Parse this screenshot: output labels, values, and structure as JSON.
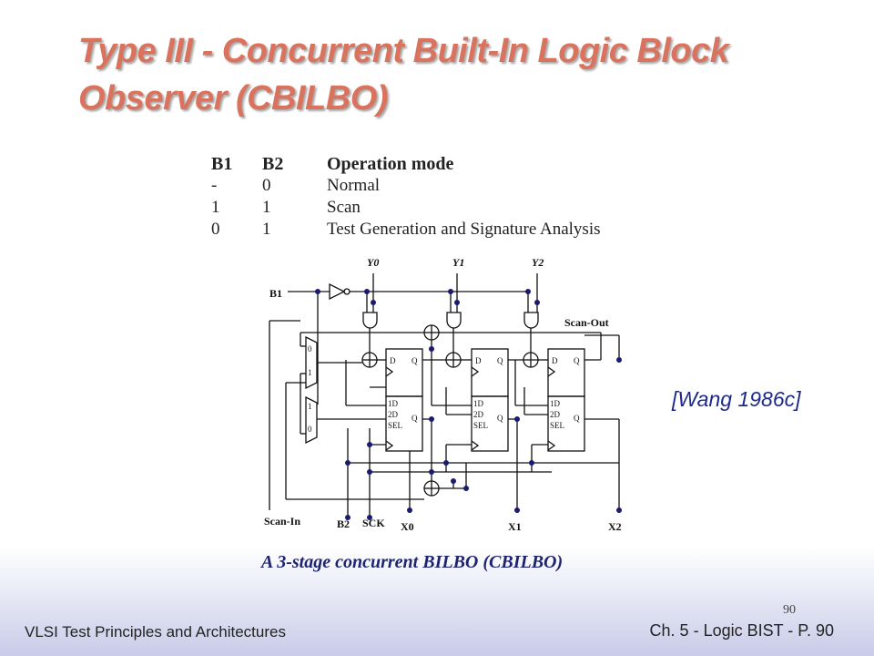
{
  "slide": {
    "title": "Type III - Concurrent Built-In Logic Block Observer (CBILBO)",
    "caption": "A 3-stage concurrent BILBO (CBILBO)",
    "citation": "[Wang 1986c]",
    "page_number": "90"
  },
  "mode_table": {
    "headers": [
      "B1",
      "B2",
      "Operation mode"
    ],
    "rows": [
      [
        "-",
        "0",
        "Normal"
      ],
      [
        "1",
        "1",
        "Scan"
      ],
      [
        "0",
        "1",
        "Test Generation and Signature Analysis"
      ]
    ]
  },
  "circuit": {
    "inputs": [
      "Y0",
      "Y1",
      "Y2"
    ],
    "outputs": [
      "X0",
      "X1",
      "X2"
    ],
    "control": {
      "b1": "B1",
      "b2": "B2",
      "sck": "SCK"
    },
    "scan_in": "Scan-In",
    "scan_out": "Scan-Out",
    "mux_top_labels": [
      "0",
      "1"
    ],
    "mux_bottom_labels": [
      "1",
      "0"
    ],
    "ff_labels": {
      "d": "D",
      "q": "Q",
      "d1": "1D",
      "d2": "2D",
      "sel": "SEL"
    }
  },
  "footer": {
    "left": "VLSI Test Principles and Architectures",
    "right": "Ch. 5 - Logic BIST - P. 90"
  }
}
